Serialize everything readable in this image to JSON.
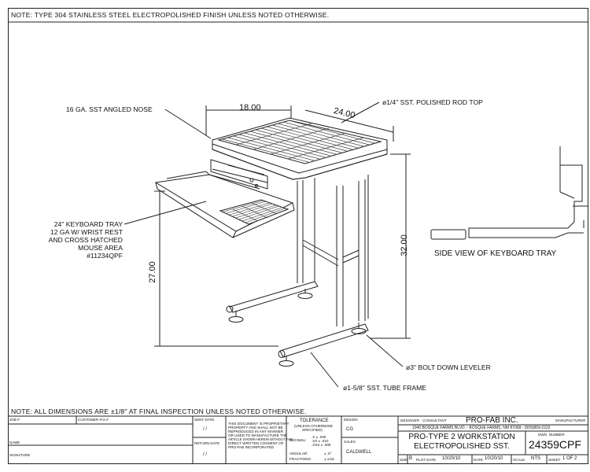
{
  "notes": {
    "top": "NOTE:  TYPE 304 STAINLESS STEEL ELECTROPOLISHED FINISH UNLESS NOTED OTHERWISE.",
    "bottom": "NOTE:  ALL DIMENSIONS ARE ±1/8\" AT FINAL INSPECTION UNLESS NOTED OTHERWISE."
  },
  "dimensions": {
    "width": "18.00",
    "depth": "24.00",
    "height": "32.00",
    "tray_height": "27.00"
  },
  "callouts": {
    "nose": "16 GA. SST ANGLED NOSE",
    "rod_top": "ø1/4\" SST. POLISHED ROD TOP",
    "tray_1": "24\" KEYBOARD TRAY",
    "tray_2": "12 GA W/ WRIST REST",
    "tray_3": "AND CROSS HATCHED",
    "tray_4": "MOUSE AREA",
    "tray_5": "#11234QPF",
    "leveler": "ø3\" BOLT DOWN LEVELER",
    "frame": "ø1-5/8\" SST. TUBE FRAME",
    "side_view": "SIDE VIEW  OF KEYBOARD TRAY"
  },
  "title_block": {
    "job": "JOB #",
    "customer_po": "CUSTOMER P.O.#",
    "name": "NAME",
    "signature": "SIGNATURE",
    "sent_date": "SENT DATE",
    "sent_value": "/  /",
    "return_date": "RETURN DATE",
    "return_value": "/  /",
    "proprietary": [
      "THIS DOCUMENT IS PROPRIETARY",
      "PROPERTY AND SHALL NOT BE",
      "REPRODUCED IN ANY MANNER",
      "OR USED TO MANUFACTURE THE",
      "ARTICLE SHOWN HEREIN WITHOUT THE",
      "DIRECT WRITTEN CONSENT OF",
      "PRO-FAB INCORPORATED"
    ],
    "tolerance_title": "TOLERANCE",
    "tolerance_sub1": "(UNLESS OTHERWISE",
    "tolerance_sub2": "SPECIFIED)",
    "decimal_label": "DECIMAL:",
    "decimal_rows": [
      ".X   ± .030",
      ".XX  ± .010",
      ".XXX ± .005"
    ],
    "angular_label": "ANGULAR:",
    "angular_value": "± .5°",
    "fractions_label": "FRACTIONS:",
    "fractions_value": "± 1/16",
    "design_label": "DESIGN",
    "design_value": "CG",
    "sales_label": "SALES",
    "sales_value": "CALDWELL",
    "designer_label": "DESIGNER - CONSULTANT",
    "manufacturer_label": "MANUFACTURER",
    "company": "PRO-FAB INC.",
    "address": "1040 BOSQUE FARMS BLVD. - BOSQUE FARMS, NM 87068 - (505)869-2222",
    "title_line1": "PRO-TYPE 2 WORKSTATION",
    "title_line2": "ELECTROPOLISHED SST.",
    "dwg_label": "DWG. NUMBER",
    "dwg_number": "24359CPF",
    "size_label": "SIZE",
    "size_value": "B",
    "plot_label": "PLOT DATE",
    "plot_value": "10/20/10",
    "date_label": "DATE",
    "date_value": "10/20/10",
    "scale_label": "SCALE",
    "scale_value": "NTS",
    "sheet_label": "SHEET",
    "sheet_value": "1  OF  2"
  }
}
